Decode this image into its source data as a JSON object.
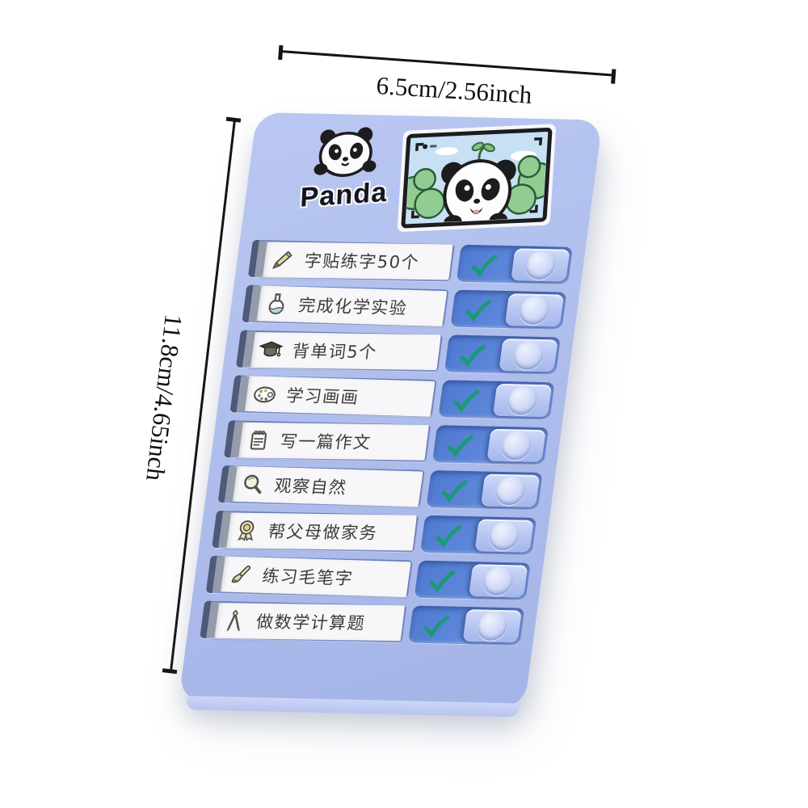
{
  "dimensions": {
    "width_label": "6.5cm/2.56inch",
    "height_label": "11.8cm/4.65inch"
  },
  "board": {
    "brand": "Panda",
    "header_picture": "panda-in-bushes-viewfinder-drawing"
  },
  "checklist": {
    "items": [
      {
        "icon": "pencil",
        "label": "字贴练字50个",
        "checked": true
      },
      {
        "icon": "flask",
        "label": "完成化学实验",
        "checked": true
      },
      {
        "icon": "graduation-cap",
        "label": "背单词5个",
        "checked": true
      },
      {
        "icon": "palette",
        "label": "学习画画",
        "checked": true
      },
      {
        "icon": "notepad",
        "label": "写一篇作文",
        "checked": true
      },
      {
        "icon": "magnifier",
        "label": "观察自然",
        "checked": true
      },
      {
        "icon": "medal",
        "label": "帮父母做家务",
        "checked": true
      },
      {
        "icon": "brush",
        "label": "练习毛笔字",
        "checked": true
      },
      {
        "icon": "compass",
        "label": "做数学计算题",
        "checked": true
      }
    ]
  },
  "theme": {
    "board": "#afbeec",
    "window": "#5c86d8",
    "check": "#1a9a74",
    "paper": "#f7f7f9",
    "slider": "#b5c4f1"
  }
}
